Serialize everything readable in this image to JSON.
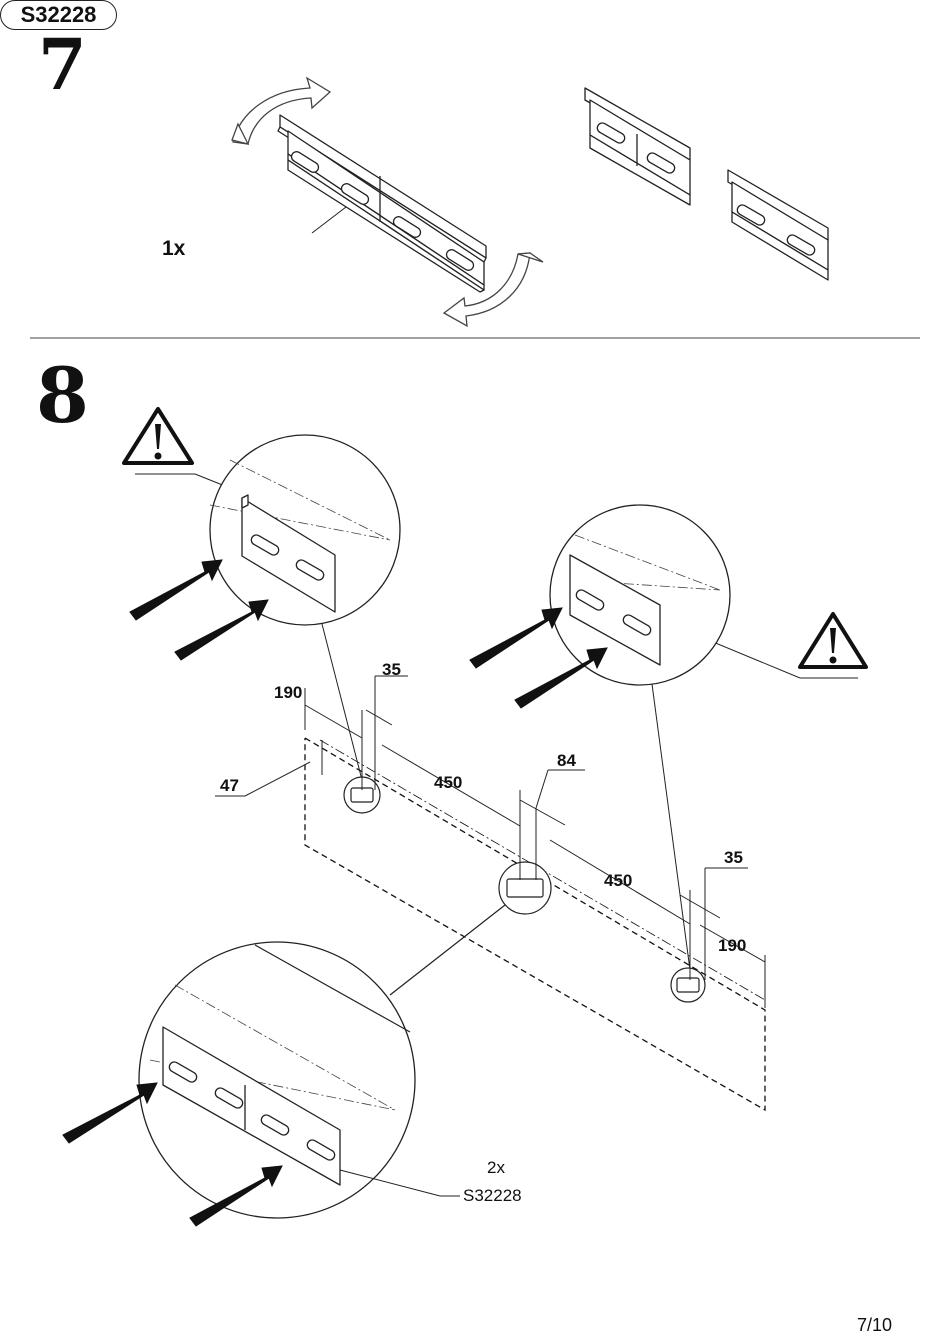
{
  "steps": [
    {
      "number": "7",
      "quantity": "1x",
      "part": "S32228"
    },
    {
      "number": "8",
      "quantity": "2x",
      "part": "S32228"
    }
  ],
  "dimensions": {
    "left_offset": "190",
    "bracket_width_left": "35",
    "top_offset": "47",
    "spacing_left": "450",
    "center_width": "84",
    "spacing_right": "450",
    "bracket_width_right": "35",
    "right_offset": "190"
  },
  "icons": [
    "warning-icon",
    "warning-icon",
    "arrow-icon"
  ],
  "page": "7/10"
}
